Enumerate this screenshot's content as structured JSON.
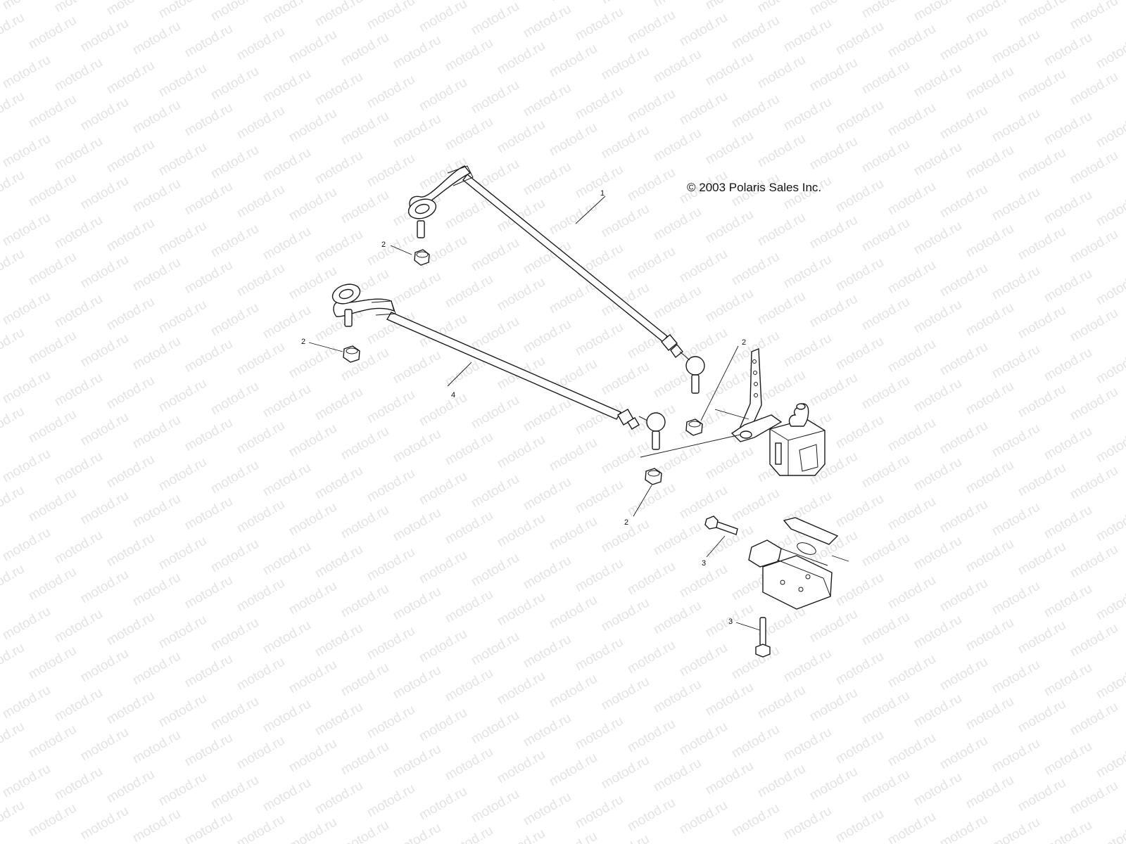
{
  "copyright": "© 2003 Polaris Sales Inc.",
  "watermark": "motod.ru",
  "callouts": [
    {
      "id": "1",
      "label": "1"
    },
    {
      "id": "2a",
      "label": "2"
    },
    {
      "id": "2b",
      "label": "2"
    },
    {
      "id": "2c",
      "label": "2"
    },
    {
      "id": "2d",
      "label": "2"
    },
    {
      "id": "3a",
      "label": "3"
    },
    {
      "id": "3b",
      "label": "3"
    },
    {
      "id": "4",
      "label": "4"
    }
  ],
  "colors": {
    "line": "#1a1a1a",
    "watermark": "#e3e3e3",
    "background": "#ffffff"
  }
}
